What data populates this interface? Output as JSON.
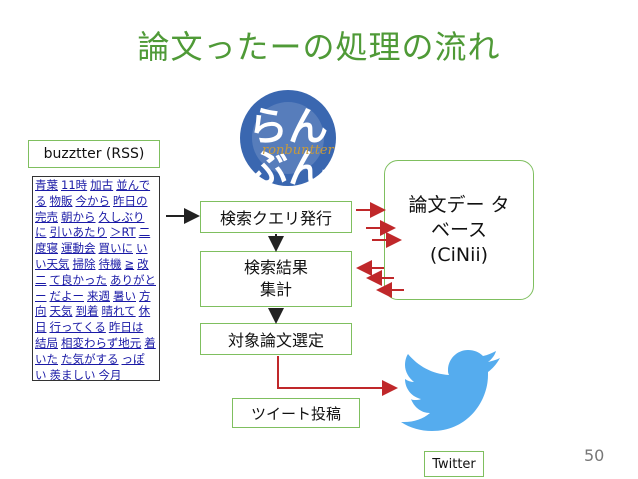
{
  "title": "論文ったーの処理の流れ",
  "rss": {
    "label": "buzztter (RSS)",
    "words": [
      "青葉",
      "11時",
      "加古",
      "並んでる",
      "物販",
      "今から",
      "昨日の",
      "完売",
      "朝から",
      "久しぶりに",
      "引いあたり",
      "＞RT",
      "二度寝",
      "運動会",
      "買いに",
      "いい天気",
      "掃除",
      "待機",
      "≧",
      "改二",
      "て良かった",
      "ありがとー",
      "だよー",
      "来週",
      "暑い",
      "方向",
      "天気",
      "到着",
      "晴れて",
      "休日",
      "行ってくる",
      "昨日は",
      "結局",
      "相変わらず地元",
      "着いた",
      "た気がする",
      "っぽい",
      "羨ましい",
      "今月"
    ]
  },
  "steps": {
    "query": "検索クエリ発行",
    "result_line1": "検索結果",
    "result_line2": "集計",
    "select": "対象論文選定",
    "tweet": "ツイート投稿"
  },
  "database": {
    "line1": "論文デー タ",
    "line2": "ベース",
    "line3": "(CiNii)"
  },
  "logo": {
    "text": "ronbuntter"
  },
  "twitter_label": "Twitter",
  "page_number": "50",
  "colors": {
    "title": "#4f9a37",
    "box_border": "#7fbf5f",
    "arrow_red": "#c0282a",
    "logo_blue": "#2f5fa6",
    "twitter_blue": "#55acee"
  }
}
